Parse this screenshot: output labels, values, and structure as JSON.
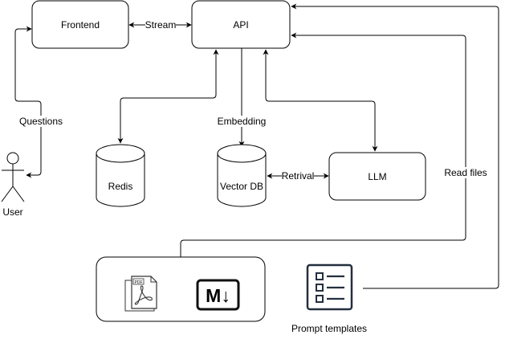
{
  "nodes": {
    "frontend": "Frontend",
    "api": "API",
    "redis": "Redis",
    "vector_db": "Vector DB",
    "llm": "LLM",
    "user": "User",
    "prompt_templates": "Prompt templates"
  },
  "edges": {
    "stream": "Stream",
    "questions": "Questions",
    "embedding": "Embedding",
    "retrival": "Retrival",
    "read_files": "Read files"
  },
  "icons": {
    "pdf_tag": "PDF",
    "markdown": "M↓"
  }
}
